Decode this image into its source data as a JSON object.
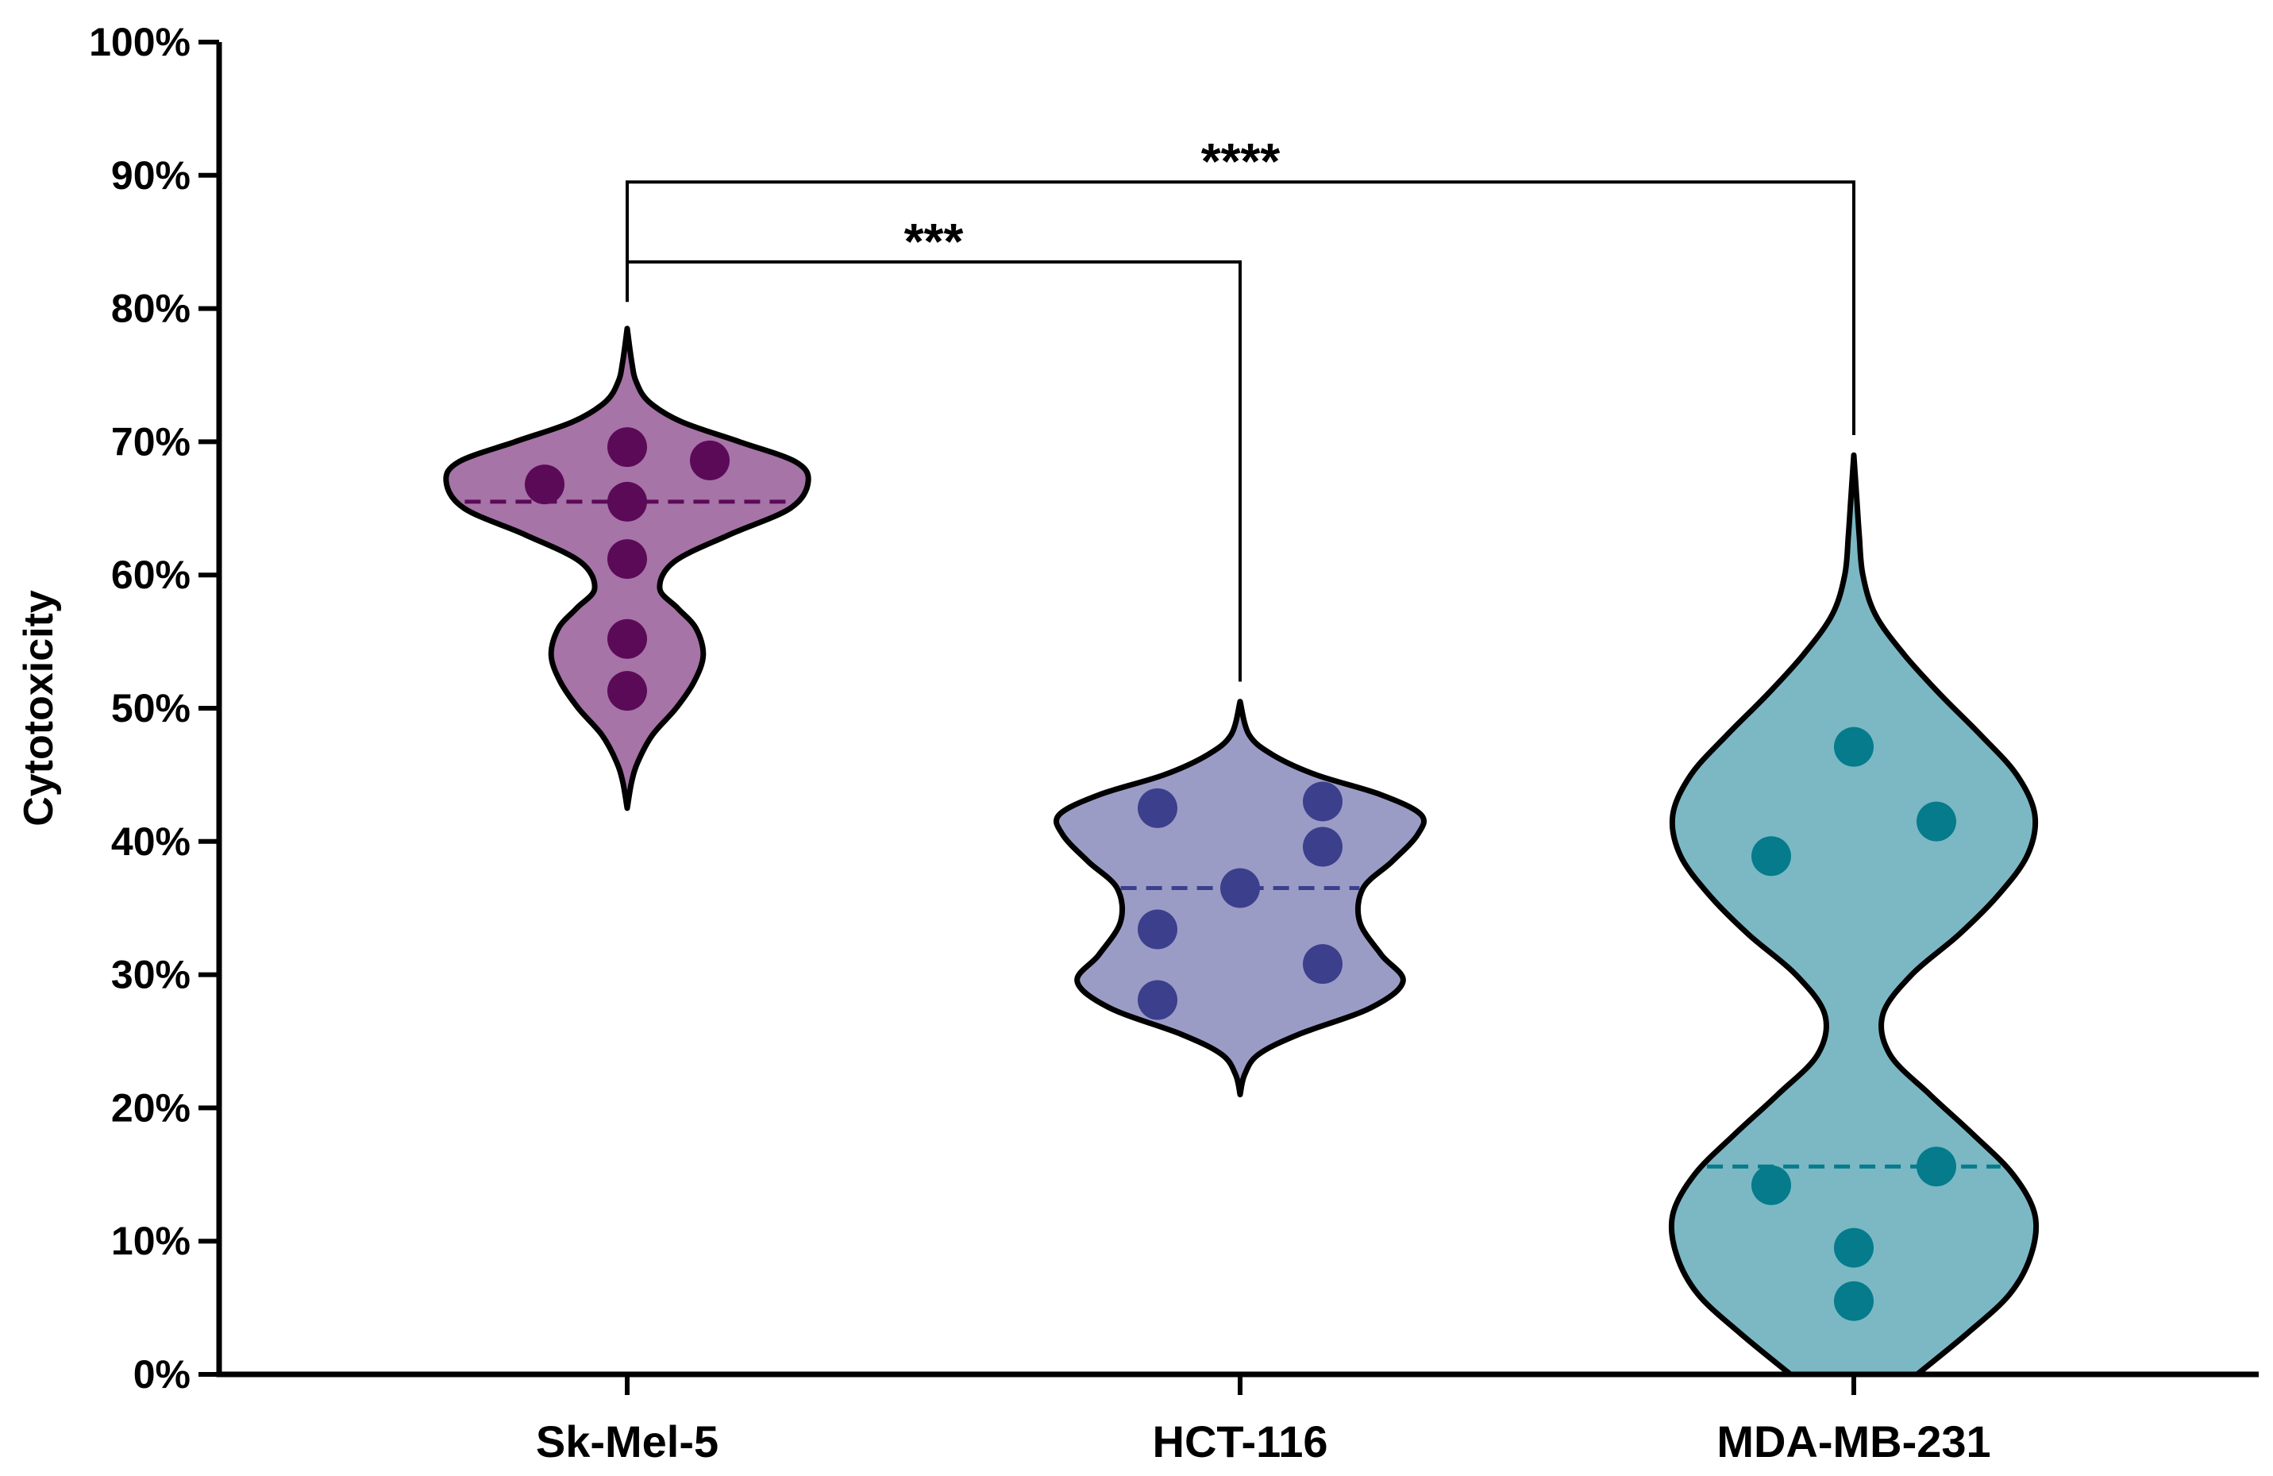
{
  "chart_data": {
    "type": "violin",
    "title": "",
    "xlabel": "",
    "ylabel": "Cytotoxicity",
    "ylim": [
      0,
      100
    ],
    "y_unit": "%",
    "y_ticks": [
      0,
      10,
      20,
      30,
      40,
      50,
      60,
      70,
      80,
      90,
      100
    ],
    "y_tick_labels": [
      "0%",
      "10%",
      "20%",
      "30%",
      "40%",
      "50%",
      "60%",
      "70%",
      "80%",
      "90%",
      "100%"
    ],
    "categories": [
      "Sk-Mel-5",
      "HCT-116",
      "MDA-MB-231"
    ],
    "grid": false,
    "legend": "none",
    "series": [
      {
        "category": "Sk-Mel-5",
        "fill_color": "#a674a6",
        "point_color": "#5b0a58",
        "median": 65.5,
        "points": [
          {
            "offset": -1,
            "value": 66.8
          },
          {
            "offset": 0,
            "value": 69.6
          },
          {
            "offset": 1,
            "value": 68.6
          },
          {
            "offset": 0,
            "value": 65.5
          },
          {
            "offset": 0,
            "value": 61.2
          },
          {
            "offset": 0,
            "value": 55.2
          },
          {
            "offset": 0,
            "value": 51.3
          }
        ],
        "profile": [
          {
            "y": 42.5,
            "w": 0
          },
          {
            "y": 44.5,
            "w": 0.025
          },
          {
            "y": 46,
            "w": 0.06
          },
          {
            "y": 48,
            "w": 0.14
          },
          {
            "y": 50,
            "w": 0.27
          },
          {
            "y": 52,
            "w": 0.37
          },
          {
            "y": 54,
            "w": 0.42
          },
          {
            "y": 56,
            "w": 0.38
          },
          {
            "y": 57.5,
            "w": 0.28
          },
          {
            "y": 59,
            "w": 0.18
          },
          {
            "y": 61,
            "w": 0.26
          },
          {
            "y": 63,
            "w": 0.56
          },
          {
            "y": 65,
            "w": 0.9
          },
          {
            "y": 67,
            "w": 1.0
          },
          {
            "y": 68.5,
            "w": 0.93
          },
          {
            "y": 70,
            "w": 0.62
          },
          {
            "y": 71.5,
            "w": 0.3
          },
          {
            "y": 73,
            "w": 0.12
          },
          {
            "y": 74.5,
            "w": 0.05
          },
          {
            "y": 76,
            "w": 0.025
          },
          {
            "y": 78.5,
            "w": 0
          }
        ]
      },
      {
        "category": "HCT-116",
        "fill_color": "#9b9cc6",
        "point_color": "#3b3f8c",
        "median": 36.5,
        "points": [
          {
            "offset": -1,
            "value": 42.5
          },
          {
            "offset": 1,
            "value": 43.0
          },
          {
            "offset": 1,
            "value": 39.6
          },
          {
            "offset": 0,
            "value": 36.5
          },
          {
            "offset": -1,
            "value": 33.4
          },
          {
            "offset": 1,
            "value": 30.8
          },
          {
            "offset": -1,
            "value": 28.1
          }
        ],
        "profile": [
          {
            "y": 21,
            "w": 0
          },
          {
            "y": 22.5,
            "w": 0.025
          },
          {
            "y": 24,
            "w": 0.1
          },
          {
            "y": 25.5,
            "w": 0.32
          },
          {
            "y": 27.5,
            "w": 0.72
          },
          {
            "y": 29.5,
            "w": 0.9
          },
          {
            "y": 31.5,
            "w": 0.78
          },
          {
            "y": 34,
            "w": 0.66
          },
          {
            "y": 36.5,
            "w": 0.68
          },
          {
            "y": 38.5,
            "w": 0.84
          },
          {
            "y": 40.5,
            "w": 0.98
          },
          {
            "y": 42,
            "w": 1.0
          },
          {
            "y": 43.5,
            "w": 0.78
          },
          {
            "y": 45,
            "w": 0.42
          },
          {
            "y": 46.5,
            "w": 0.18
          },
          {
            "y": 48,
            "w": 0.05
          },
          {
            "y": 50.5,
            "w": 0
          }
        ]
      },
      {
        "category": "MDA-MB-231",
        "fill_color": "#7bb8c4",
        "point_color": "#057b8c",
        "median": 15.6,
        "points": [
          {
            "offset": 0,
            "value": 47.1
          },
          {
            "offset": 1,
            "value": 41.5
          },
          {
            "offset": -1,
            "value": 38.9
          },
          {
            "offset": 1,
            "value": 15.6
          },
          {
            "offset": -1,
            "value": 14.2
          },
          {
            "offset": 0,
            "value": 9.5
          },
          {
            "offset": 0,
            "value": 5.5
          }
        ],
        "profile": [
          {
            "y": 0,
            "w": 0.35
          },
          {
            "y": 3,
            "w": 0.62
          },
          {
            "y": 6,
            "w": 0.86
          },
          {
            "y": 9,
            "w": 0.98
          },
          {
            "y": 12,
            "w": 1.0
          },
          {
            "y": 15,
            "w": 0.88
          },
          {
            "y": 18,
            "w": 0.66
          },
          {
            "y": 21,
            "w": 0.42
          },
          {
            "y": 24,
            "w": 0.2
          },
          {
            "y": 27,
            "w": 0.16
          },
          {
            "y": 30,
            "w": 0.32
          },
          {
            "y": 33,
            "w": 0.58
          },
          {
            "y": 36,
            "w": 0.8
          },
          {
            "y": 39,
            "w": 0.96
          },
          {
            "y": 42,
            "w": 1.0
          },
          {
            "y": 45,
            "w": 0.9
          },
          {
            "y": 48,
            "w": 0.7
          },
          {
            "y": 51,
            "w": 0.48
          },
          {
            "y": 54,
            "w": 0.28
          },
          {
            "y": 57,
            "w": 0.12
          },
          {
            "y": 60,
            "w": 0.05
          },
          {
            "y": 63,
            "w": 0.03
          },
          {
            "y": 66,
            "w": 0.015
          },
          {
            "y": 69,
            "w": 0
          }
        ]
      }
    ],
    "significance": [
      {
        "from": "Sk-Mel-5",
        "to": "HCT-116",
        "label": "***",
        "level": 83.5
      },
      {
        "from": "Sk-Mel-5",
        "to": "MDA-MB-231",
        "label": "****",
        "level": 89.5
      }
    ]
  }
}
